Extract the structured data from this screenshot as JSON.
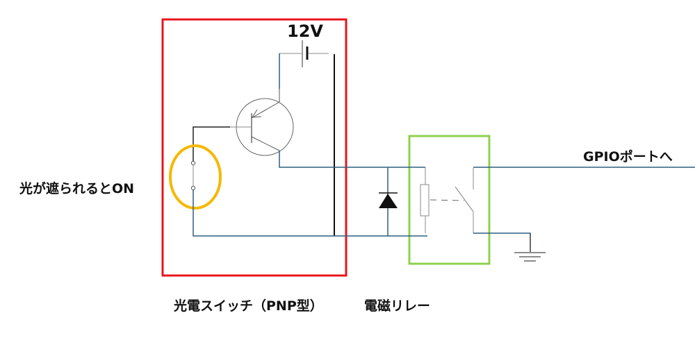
{
  "labels": {
    "voltage": "12V",
    "sensor_note": "光が遮られるとON",
    "photo_switch": "光電スイッチ（PNP型）",
    "relay": "電磁リレー",
    "gpio": "GPIOポートへ"
  },
  "colors": {
    "photo_switch_box": "#e8141c",
    "relay_box": "#8fd14f",
    "sensor_highlight": "#f5b800",
    "wire": "#2f5f80"
  }
}
